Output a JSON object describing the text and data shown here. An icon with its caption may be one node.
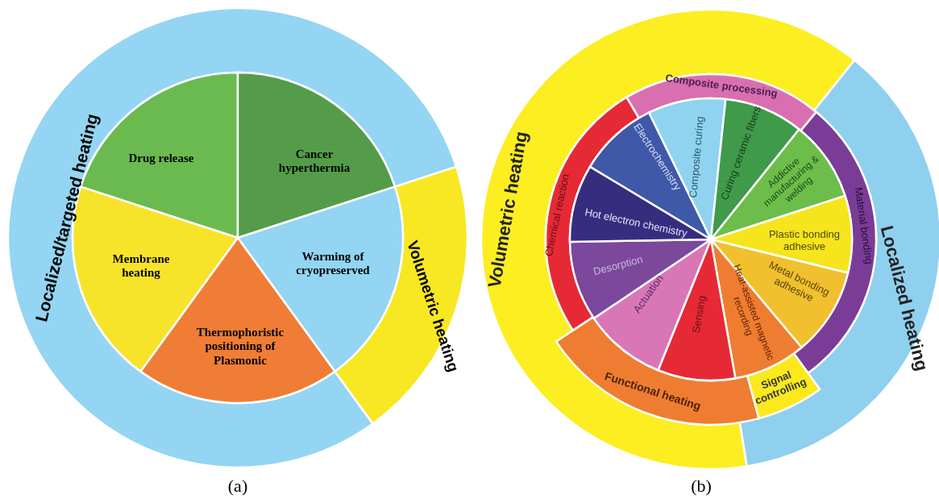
{
  "diagram": {
    "nodes": [
      {
        "text": [
          "Localized/targeted heating"
        ]
      },
      {
        "text": [
          "Volumetric heating"
        ]
      },
      {
        "text": [
          "Drug release"
        ]
      },
      {
        "text": [
          "Cancer hyperthermia"
        ]
      },
      {
        "text": [
          "Membrane heating"
        ]
      },
      {
        "text": [
          "Warming of cryopreserved"
        ]
      },
      {
        "text": [
          "Thermophoristic positioning of Plasmonic"
        ]
      },
      {
        "text": [
          "Volumetric heating"
        ]
      },
      {
        "text": [
          "Localized heating"
        ]
      },
      {
        "text": [
          "Composite processing"
        ]
      },
      {
        "text": [
          "Chemical reaction"
        ]
      },
      {
        "text": [
          "Material bonding"
        ]
      },
      {
        "text": [
          "Functional heating"
        ]
      },
      {
        "text": [
          "Signal controlling"
        ]
      },
      {
        "text": [
          "Electrochemistry"
        ]
      },
      {
        "text": [
          "Composite curing"
        ]
      },
      {
        "text": [
          "Curing ceramic fibers"
        ]
      },
      {
        "text": [
          "Addictive manufacturing & welding"
        ]
      },
      {
        "text": [
          "Plastic bonding adhesive"
        ]
      },
      {
        "text": [
          "Metal bonding adhesive"
        ]
      },
      {
        "text": [
          "Heat-assisted magnetic recording"
        ]
      },
      {
        "text": [
          "Sensing"
        ]
      },
      {
        "text": [
          "Actuation"
        ]
      },
      {
        "text": [
          "Desorption"
        ]
      },
      {
        "text": [
          "Hot electron chemistry"
        ]
      }
    ],
    "labels": [
      "(a)",
      "(b)"
    ]
  }
}
